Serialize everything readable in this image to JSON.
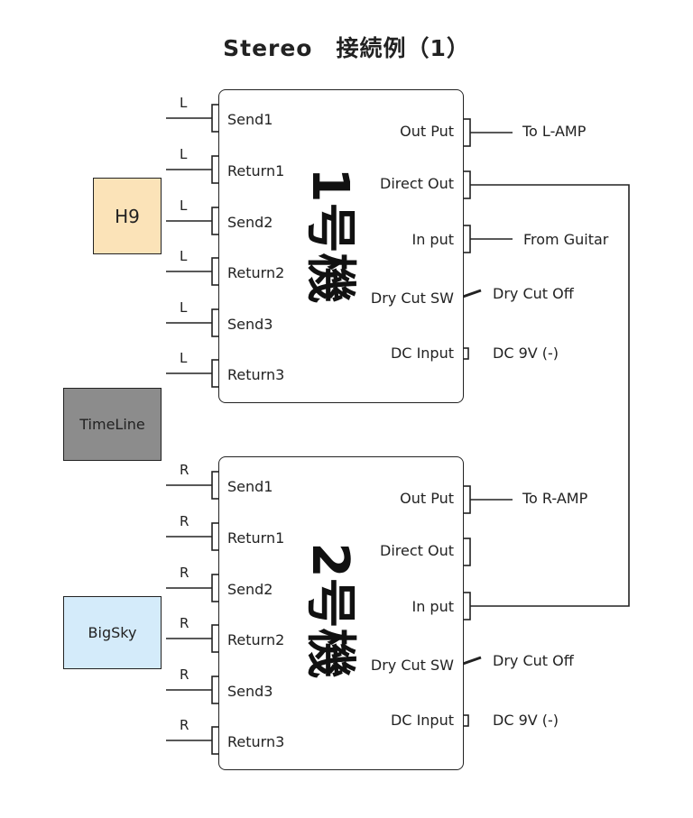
{
  "title": "Stereo　接続例（1）",
  "colors": {
    "h9": "#fbe3b8",
    "timeline": "#8c8c8c",
    "bigsky": "#d4ebfa",
    "line": "#222222"
  },
  "devices": {
    "h9": "H9",
    "timeline": "TimeLine",
    "bigsky": "BigSky"
  },
  "unit1": {
    "name": "1号機",
    "channel": "L",
    "left_ports": [
      "Send1",
      "Return1",
      "Send2",
      "Return2",
      "Send3",
      "Return3"
    ],
    "right_ports": [
      "Out Put",
      "Direct Out",
      "In put",
      "Dry Cut SW",
      "DC Input"
    ],
    "outputs": {
      "out": "To L-AMP",
      "in": "From Guitar",
      "sw": "Dry Cut Off",
      "dc": "DC 9V (-)"
    }
  },
  "unit2": {
    "name": "2号機",
    "channel": "R",
    "left_ports": [
      "Send1",
      "Return1",
      "Send2",
      "Return2",
      "Send3",
      "Return3"
    ],
    "right_ports": [
      "Out Put",
      "Direct Out",
      "In put",
      "Dry Cut SW",
      "DC Input"
    ],
    "outputs": {
      "out": "To R-AMP",
      "sw": "Dry Cut Off",
      "dc": "DC 9V (-)"
    }
  }
}
